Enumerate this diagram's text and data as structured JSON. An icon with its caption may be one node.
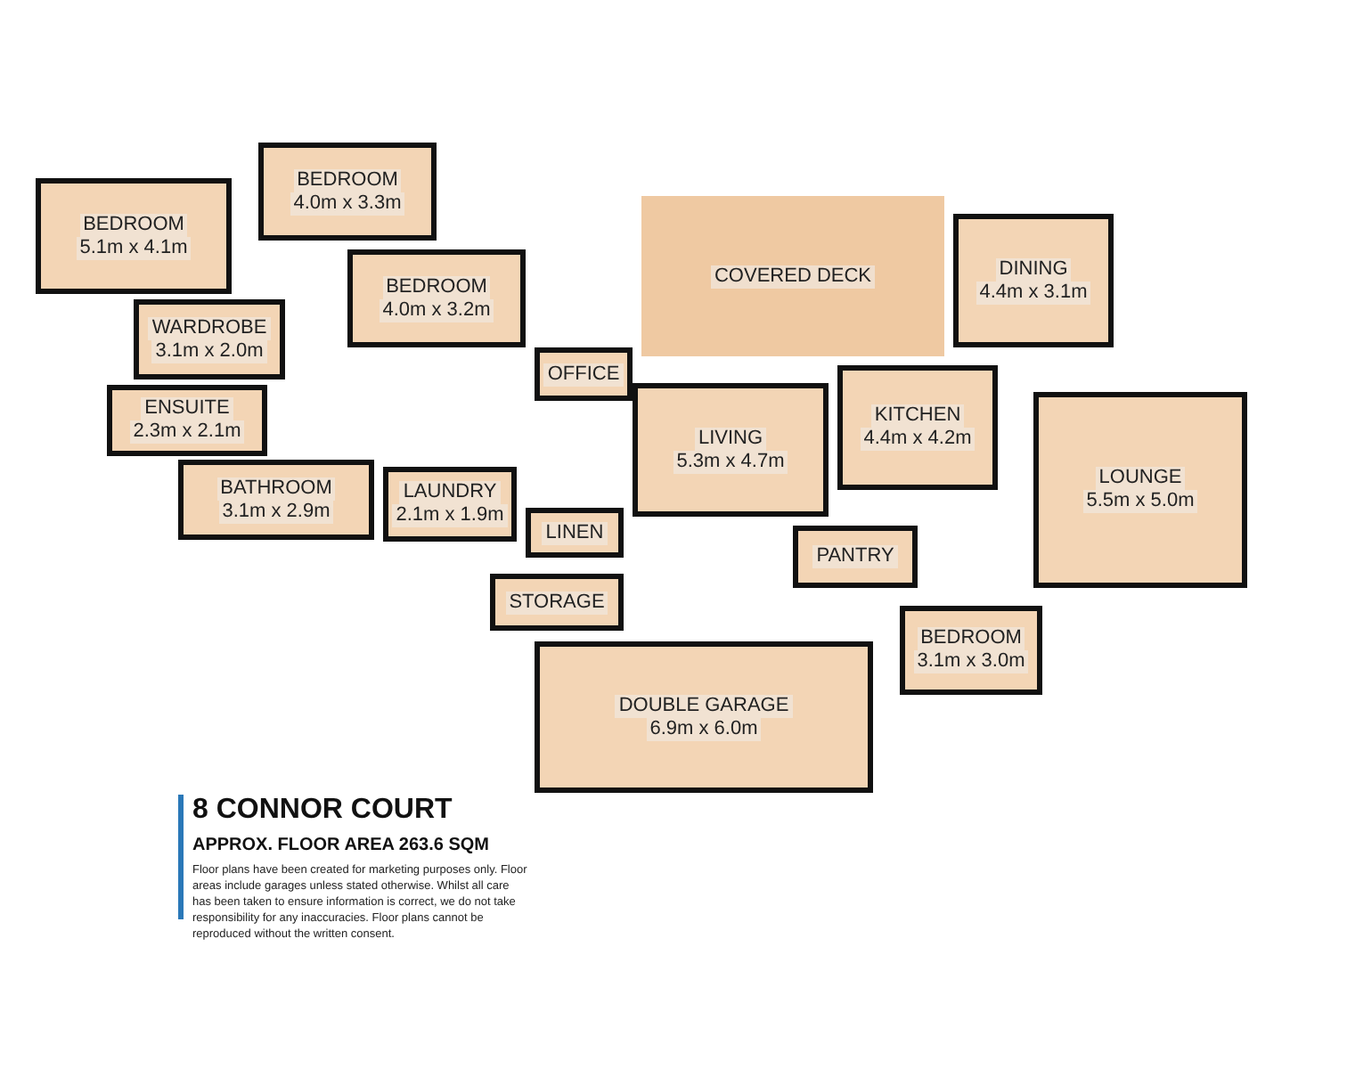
{
  "diagram": {
    "title": "8 CONNOR COURT",
    "nodes": [
      {
        "text": [
          "BEDROOM",
          "5.1m x 4.1m"
        ]
      },
      {
        "text": [
          "BEDROOM",
          "4.0m x 3.3m"
        ]
      },
      {
        "text": [
          "WARDROBE",
          "3.1m x 2.0m"
        ]
      },
      {
        "text": [
          "BEDROOM",
          "4.0m x 3.2m"
        ]
      },
      {
        "text": [
          "OFFICE"
        ]
      },
      {
        "text": [
          "ENSUITE",
          "2.3m x 2.1m"
        ]
      },
      {
        "text": [
          "BATHROOM",
          "3.1m x 2.9m"
        ]
      },
      {
        "text": [
          "LAUNDRY",
          "2.1m x 1.9m"
        ]
      },
      {
        "text": [
          "LINEN"
        ]
      },
      {
        "text": [
          "STORAGE"
        ]
      },
      {
        "text": [
          "LIVING",
          "5.3m x 4.7m"
        ]
      },
      {
        "text": [
          "COVERED DECK"
        ]
      },
      {
        "text": [
          "KITCHEN",
          "4.4m x 4.2m"
        ]
      },
      {
        "text": [
          "DINING",
          "4.4m x 3.1m"
        ]
      },
      {
        "text": [
          "LOUNGE",
          "5.5m x 5.0m"
        ]
      },
      {
        "text": [
          "PANTRY"
        ]
      },
      {
        "text": [
          "BEDROOM",
          "3.1m x 3.0m"
        ]
      },
      {
        "text": [
          "DOUBLE GARAGE",
          "6.9m x 6.0m"
        ]
      }
    ],
    "labels": [
      "APPROX. FLOOR AREA 263.6 SQM",
      "Floor plans have been created for marketing purposes only. Floor areas include garages unless stated otherwise. Whilst all care has been taken to ensure information is correct, we do not take responsibility for any inaccuracies. Floor plans cannot be reproduced without the written consent."
    ]
  }
}
